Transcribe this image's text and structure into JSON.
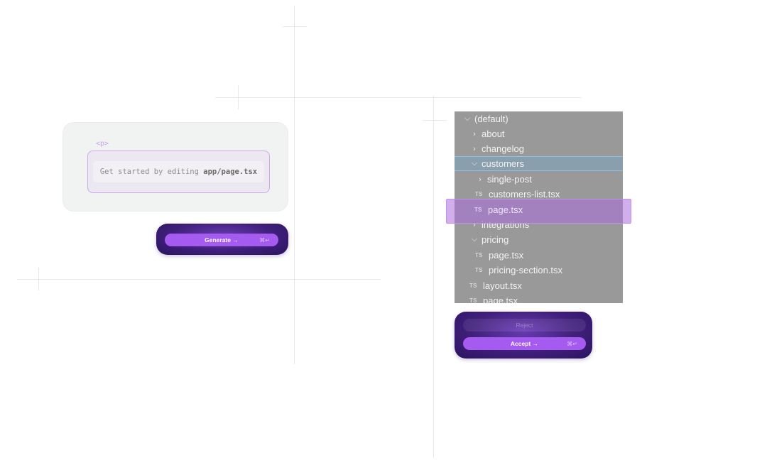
{
  "editor": {
    "tag": "<p>",
    "code_prefix": "Get started by editing ",
    "code_file": "app/page.tsx"
  },
  "generate": {
    "label": "Generate →",
    "shortcut": "⌘↵"
  },
  "file_tree": {
    "rows": [
      {
        "label": "(default)",
        "icon": "chevron-down-icon"
      },
      {
        "label": "about",
        "icon": "chevron-right-icon"
      },
      {
        "label": "changelog",
        "icon": "chevron-right-icon"
      },
      {
        "label": "customers",
        "icon": "chevron-down-icon"
      },
      {
        "label": "single-post",
        "icon": "chevron-right-icon"
      },
      {
        "label": "customers-list.tsx",
        "icon": "ts-file-icon"
      },
      {
        "label": "page.tsx",
        "icon": "ts-file-icon"
      },
      {
        "label": "integrations",
        "icon": "chevron-right-icon"
      },
      {
        "label": "pricing",
        "icon": "chevron-down-icon"
      },
      {
        "label": "page.tsx",
        "icon": "ts-file-icon"
      },
      {
        "label": "pricing-section.tsx",
        "icon": "ts-file-icon"
      },
      {
        "label": "layout.tsx",
        "icon": "ts-file-icon"
      },
      {
        "label": "page.tsx",
        "icon": "ts-file-icon"
      }
    ],
    "ts_badge": "TS",
    "selected_row": "customers",
    "highlighted_row": "page.tsx"
  },
  "review": {
    "reject_label": "Reject",
    "accept_label": "Accept →",
    "shortcut": "⌘↵"
  },
  "colors": {
    "accent": "#a55af0",
    "panel": "#3f1f7a",
    "tree_bg": "#999999"
  }
}
